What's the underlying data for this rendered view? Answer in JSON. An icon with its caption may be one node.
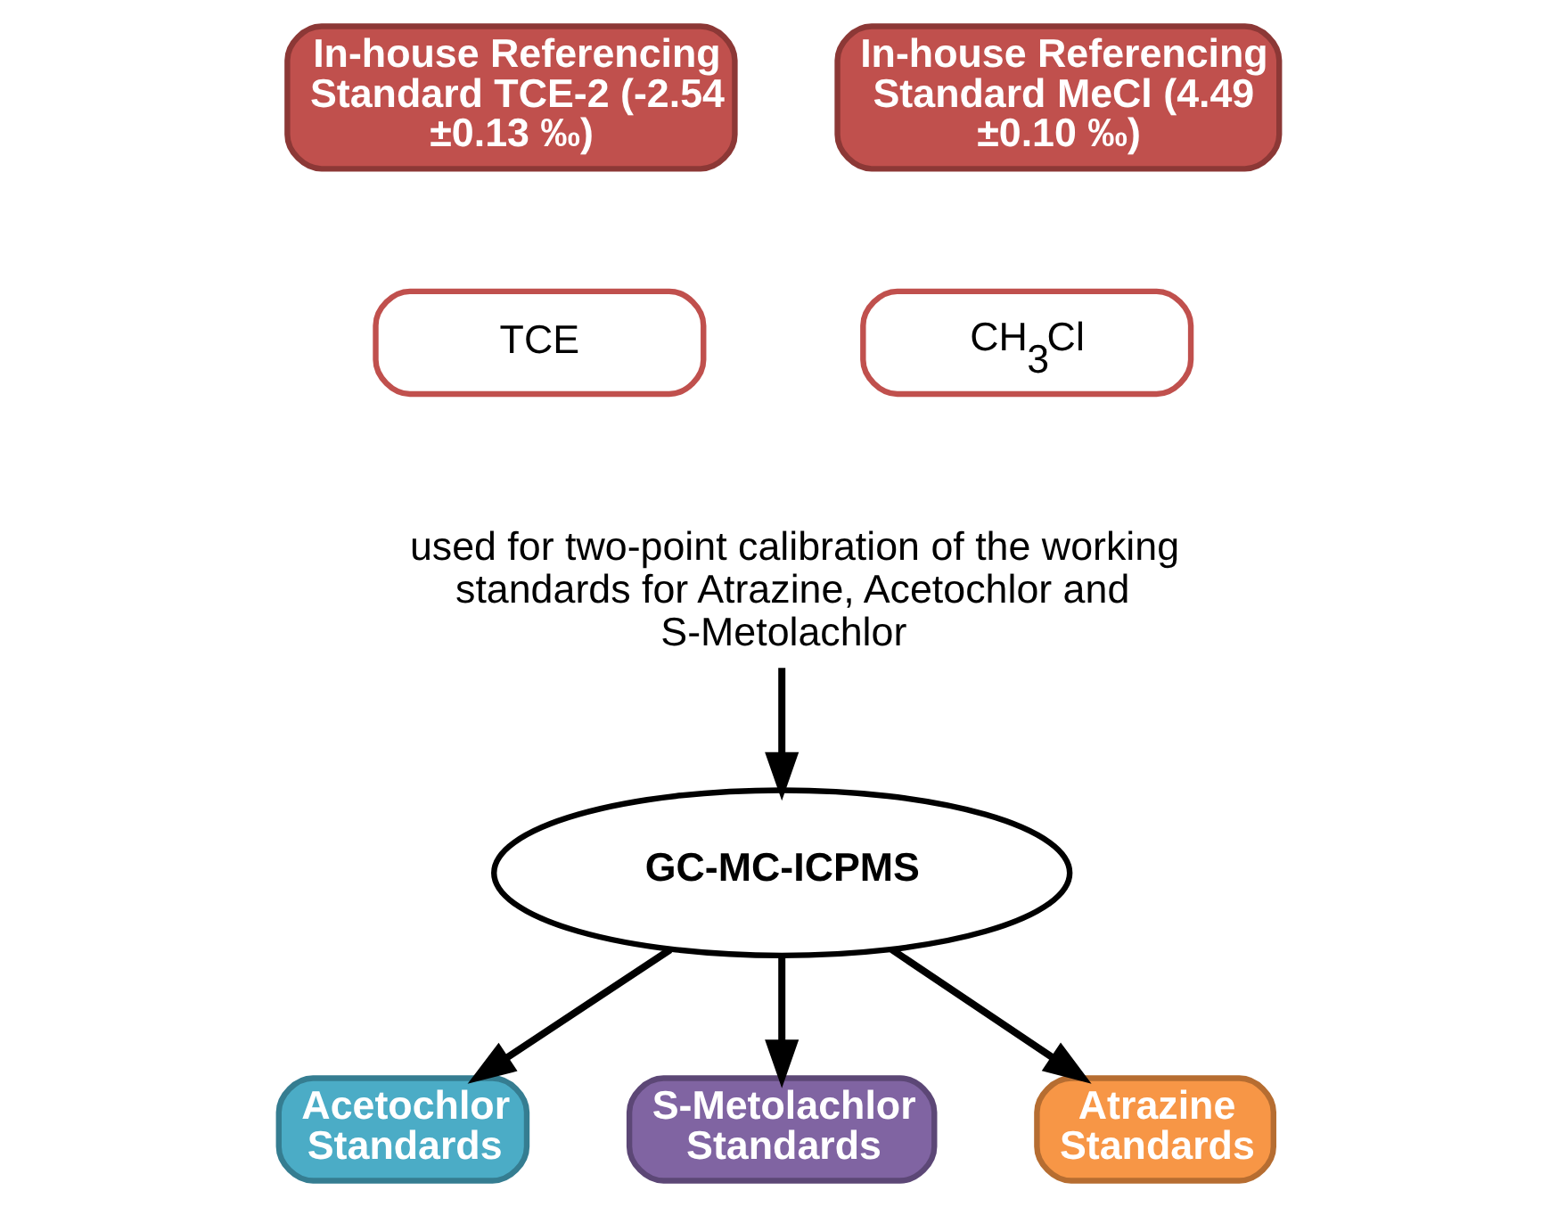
{
  "diagram": {
    "nodes": [
      {
        "text": [
          "In-house Referencing Standard TCE-2 (-2.54 ±0.13 ‰)"
        ]
      },
      {
        "text": [
          "In-house Referencing Standard MeCl (4.49 ±0.10 ‰)"
        ]
      },
      {
        "text": [
          "TCE"
        ]
      },
      {
        "text": [
          "CH$_{3}$Cl"
        ]
      },
      {
        "text": [
          "used for two-point calibration of the working standards for Atrazine, Acetochlor and S-Metolachlor"
        ]
      },
      {
        "text": [
          "GC-MC-ICPMS"
        ]
      },
      {
        "text": [
          "Acetochlor Standards"
        ]
      },
      {
        "text": [
          "S-Metolachlor Standards"
        ]
      },
      {
        "text": [
          "Atrazine Standards"
        ]
      }
    ],
    "edges": [
      {
        "from": 4,
        "to": 5,
        "arrow": "to"
      },
      {
        "from": 5,
        "to": 6,
        "arrow": "to"
      },
      {
        "from": 5,
        "to": 7,
        "arrow": "to"
      },
      {
        "from": 5,
        "to": 8,
        "arrow": "to"
      }
    ]
  }
}
